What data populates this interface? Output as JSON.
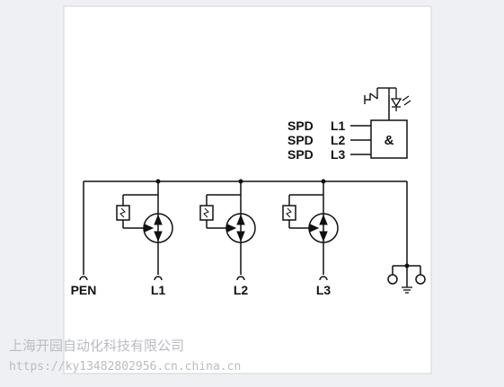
{
  "diagram": {
    "spd_labels": [
      "SPD",
      "SPD",
      "SPD"
    ],
    "line_labels": [
      "L1",
      "L2",
      "L3"
    ],
    "and_gate_label": "&",
    "terminals": {
      "pen": "PEN",
      "l1": "L1",
      "l2": "L2",
      "l3": "L3"
    }
  },
  "watermark": {
    "company": "上海开园自动化科技有限公司",
    "url": "https://ky13482802956.cn.china.cn"
  }
}
